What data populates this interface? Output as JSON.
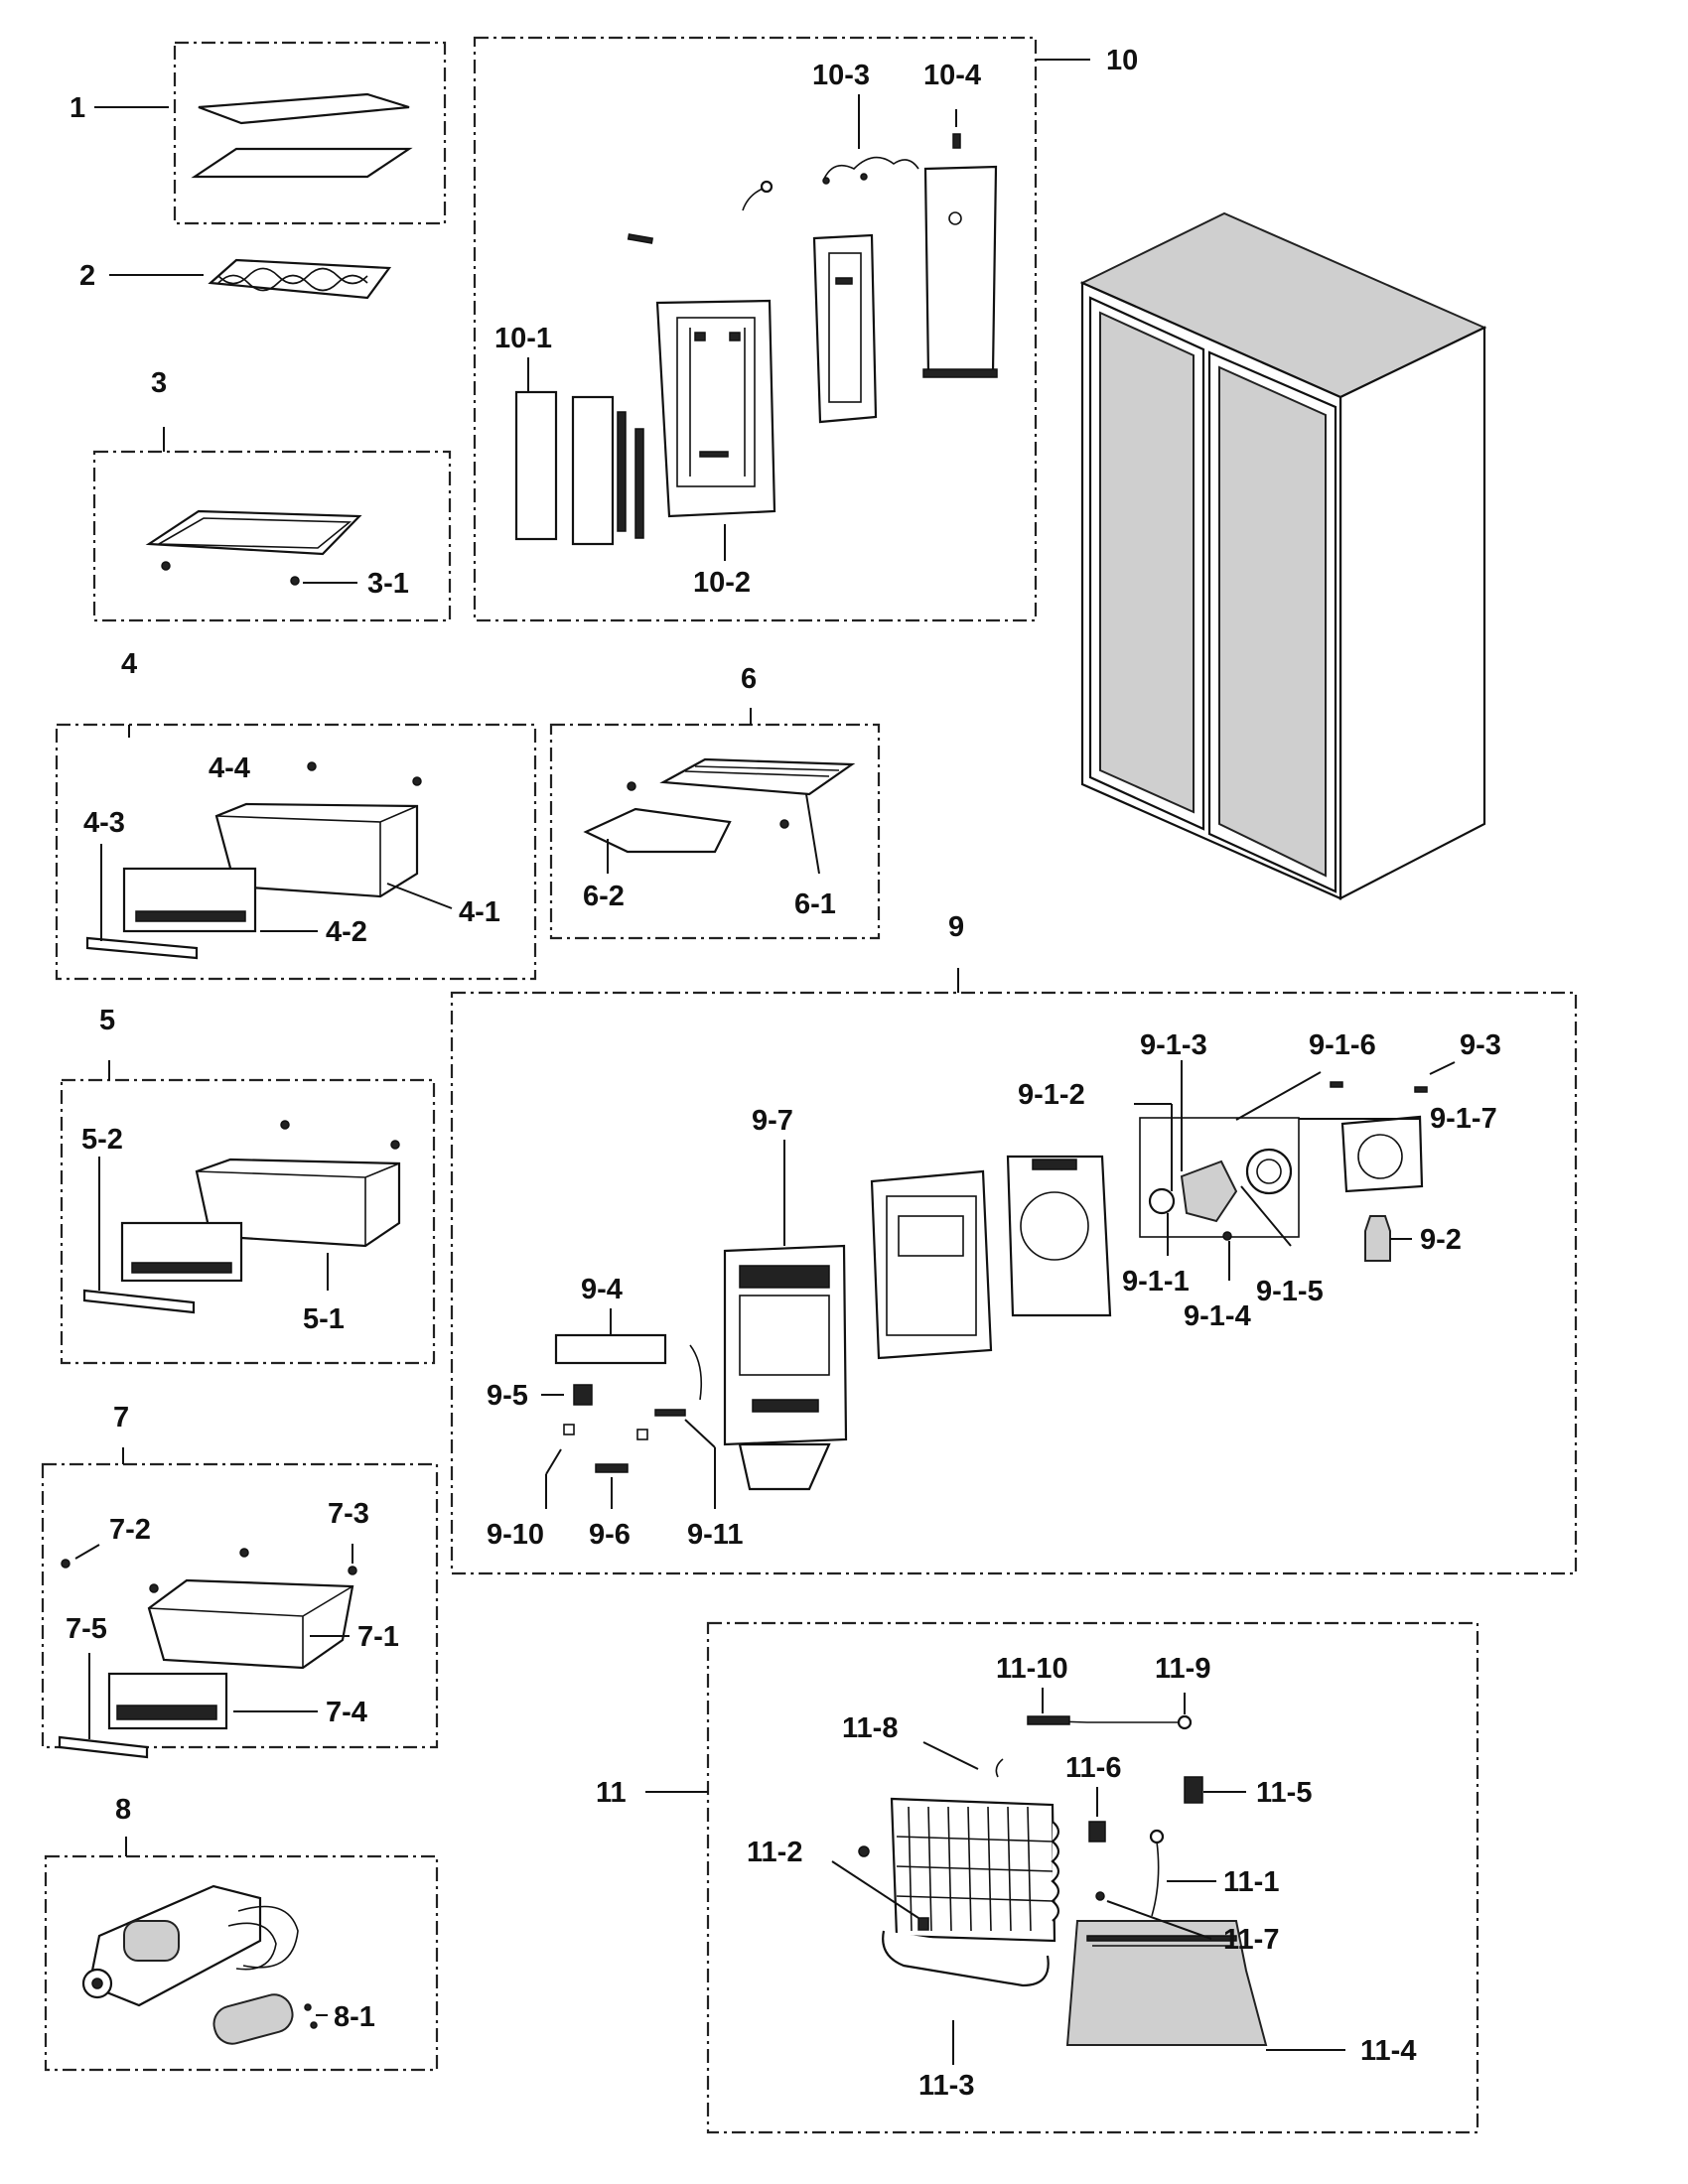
{
  "labels": {
    "l1": "1",
    "l2": "2",
    "l3": "3",
    "l3_1": "3-1",
    "l4": "4",
    "l4_1": "4-1",
    "l4_2": "4-2",
    "l4_3": "4-3",
    "l4_4": "4-4",
    "l5": "5",
    "l5_1": "5-1",
    "l5_2": "5-2",
    "l6": "6",
    "l6_1": "6-1",
    "l6_2": "6-2",
    "l7": "7",
    "l7_1": "7-1",
    "l7_2": "7-2",
    "l7_3": "7-3",
    "l7_4": "7-4",
    "l7_5": "7-5",
    "l8": "8",
    "l8_1": "8-1",
    "l9": "9",
    "l9_1_1": "9-1-1",
    "l9_1_2": "9-1-2",
    "l9_1_3": "9-1-3",
    "l9_1_4": "9-1-4",
    "l9_1_5": "9-1-5",
    "l9_1_6": "9-1-6",
    "l9_1_7": "9-1-7",
    "l9_2": "9-2",
    "l9_3": "9-3",
    "l9_4": "9-4",
    "l9_5": "9-5",
    "l9_6": "9-6",
    "l9_7": "9-7",
    "l9_10": "9-10",
    "l9_11": "9-11",
    "l10": "10",
    "l10_1": "10-1",
    "l10_2": "10-2",
    "l10_3": "10-3",
    "l10_4": "10-4",
    "l11": "11",
    "l11_1": "11-1",
    "l11_2": "11-2",
    "l11_3": "11-3",
    "l11_4": "11-4",
    "l11_5": "11-5",
    "l11_6": "11-6",
    "l11_7": "11-7",
    "l11_8": "11-8",
    "l11_9": "11-9",
    "l11_10": "11-10"
  }
}
